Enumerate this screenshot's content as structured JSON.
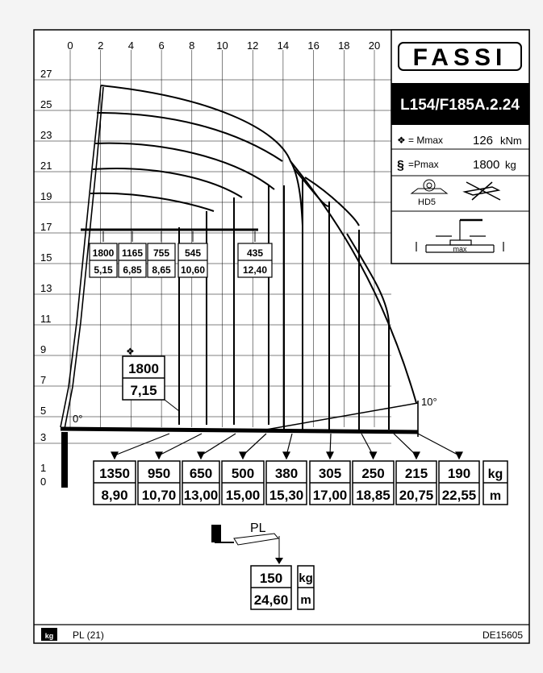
{
  "brand": "FASSI",
  "model": "L154/F185A.2.24",
  "mmax": {
    "label": "= Mmax",
    "value": "126",
    "unit": "kNm"
  },
  "pmax": {
    "label": "=Pmax",
    "value": "1800",
    "unit": "kg"
  },
  "hd_label": "HD5",
  "max_label": "max",
  "x_ticks": [
    "0",
    "2",
    "4",
    "6",
    "8",
    "10",
    "12",
    "14",
    "16",
    "18",
    "20"
  ],
  "y_ticks": [
    "27",
    "25",
    "23",
    "21",
    "19",
    "17",
    "15",
    "13",
    "11",
    "9",
    "7",
    "5",
    "3",
    "1",
    "0"
  ],
  "angle_labels": [
    "0°",
    "10°"
  ],
  "upper_loads": [
    {
      "kg": "1800",
      "m": "5,15"
    },
    {
      "kg": "1165",
      "m": "6,85"
    },
    {
      "kg": "755",
      "m": "8,65"
    },
    {
      "kg": "545",
      "m": "10,60"
    },
    {
      "kg": "435",
      "m": "12,40"
    }
  ],
  "max_load": {
    "kg": "1800",
    "m": "7,15"
  },
  "bottom_loads": [
    {
      "kg": "1350",
      "m": "8,90"
    },
    {
      "kg": "950",
      "m": "10,70"
    },
    {
      "kg": "650",
      "m": "13,00"
    },
    {
      "kg": "500",
      "m": "15,00"
    },
    {
      "kg": "380",
      "m": "15,30"
    },
    {
      "kg": "305",
      "m": "17,00"
    },
    {
      "kg": "250",
      "m": "18,85"
    },
    {
      "kg": "215",
      "m": "20,75"
    },
    {
      "kg": "190",
      "m": "22,55"
    }
  ],
  "units": {
    "kg": "kg",
    "m": "m"
  },
  "pl": {
    "label": "PL",
    "kg": "150",
    "m": "24,60"
  },
  "footer": {
    "left": "PL (21)",
    "right": "DE15605",
    "icon_text": "kg"
  }
}
